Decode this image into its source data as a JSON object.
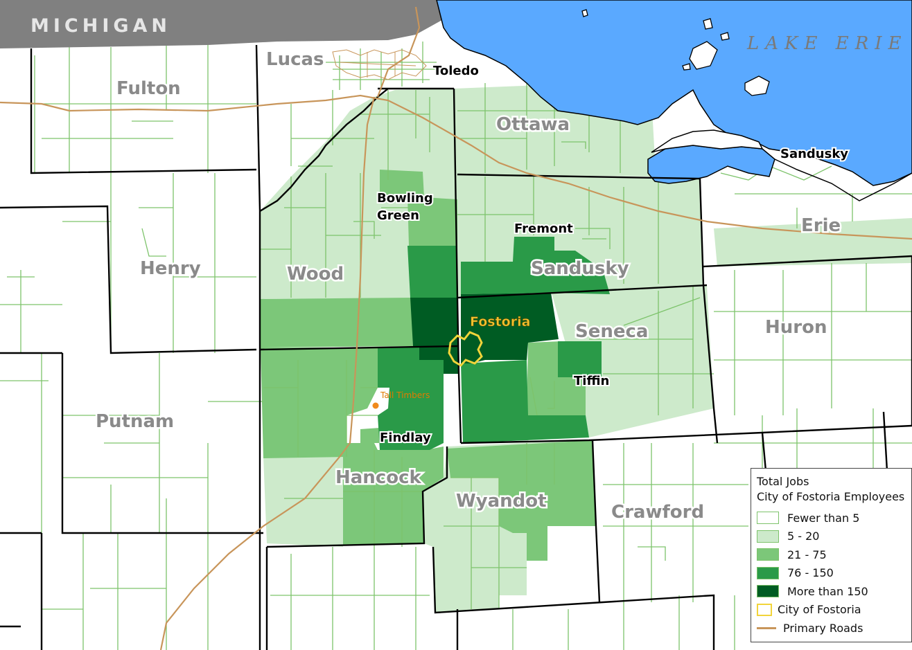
{
  "map": {
    "state_label": "MICHIGAN",
    "lake_label": "LAKE ERIE",
    "counties": [
      {
        "name": "Lucas"
      },
      {
        "name": "Fulton"
      },
      {
        "name": "Ottawa"
      },
      {
        "name": "Henry"
      },
      {
        "name": "Wood"
      },
      {
        "name": "Sandusky"
      },
      {
        "name": "Erie"
      },
      {
        "name": "Seneca"
      },
      {
        "name": "Huron"
      },
      {
        "name": "Putnam"
      },
      {
        "name": "Hancock"
      },
      {
        "name": "Wyandot"
      },
      {
        "name": "Crawford"
      }
    ],
    "cities": [
      {
        "name": "Toledo"
      },
      {
        "name": "Sandusky"
      },
      {
        "name": "Bowling"
      },
      {
        "name": "Green"
      },
      {
        "name": "Fremont"
      },
      {
        "name": "Tiffin"
      },
      {
        "name": "Findlay"
      }
    ],
    "highlight_city": "Fostoria",
    "point_label": "Tall Timbers"
  },
  "legend": {
    "title_line1": "Total Jobs",
    "title_line2": "City of Fostoria Employees",
    "classes": [
      {
        "label": "Fewer than 5",
        "color": "#ffffff"
      },
      {
        "label": "5 - 20",
        "color": "#cdeacb"
      },
      {
        "label": "21 - 75",
        "color": "#7cc779"
      },
      {
        "label": "76 - 150",
        "color": "#2a9a48"
      },
      {
        "label": "More than 150",
        "color": "#005c23"
      }
    ],
    "boundary_label": "City of Fostoria",
    "boundary_color": "#f2d43a",
    "road_label": "Primary Roads",
    "road_color": "#c8955a"
  },
  "colors": {
    "lake": "#5aa9ff",
    "michigan": "#808080",
    "tract_line": "#7dc36b"
  }
}
